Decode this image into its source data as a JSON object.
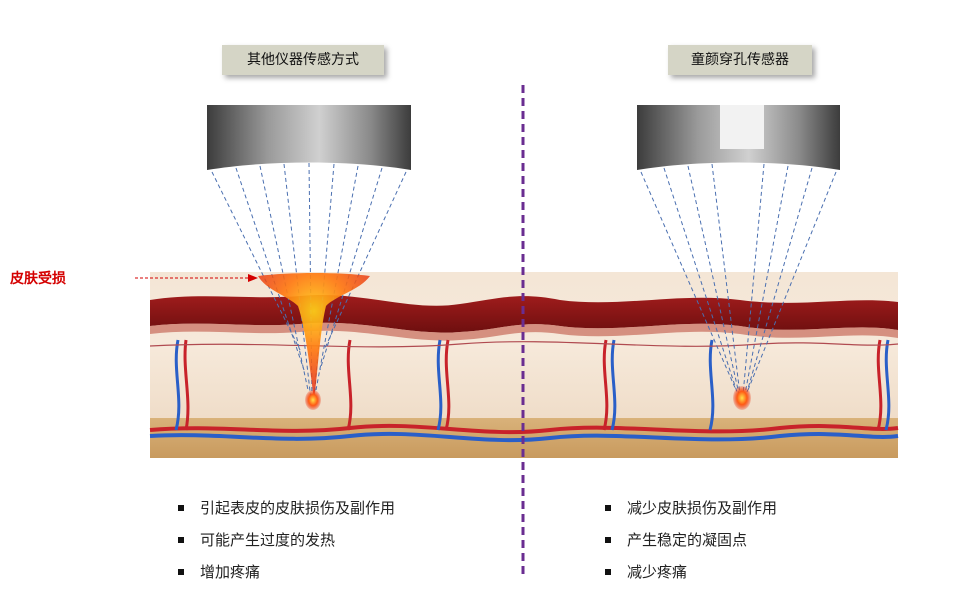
{
  "left_panel": {
    "title": "其他仪器传感方式",
    "damage_label": "皮肤受损",
    "bullets": [
      "引起表皮的皮肤损伤及副作用",
      "可能产生过度的发热",
      "增加疼痛"
    ]
  },
  "right_panel": {
    "title": "童颜穿孔传感器",
    "bullets": [
      "减少皮肤损伤及副作用",
      "产生稳定的凝固点",
      "减少疼痛"
    ]
  },
  "colors": {
    "label_bg": "#d5d5c6",
    "divider": "#6a2d91",
    "damage": "#d40000",
    "beam": "#4a6fb0"
  }
}
